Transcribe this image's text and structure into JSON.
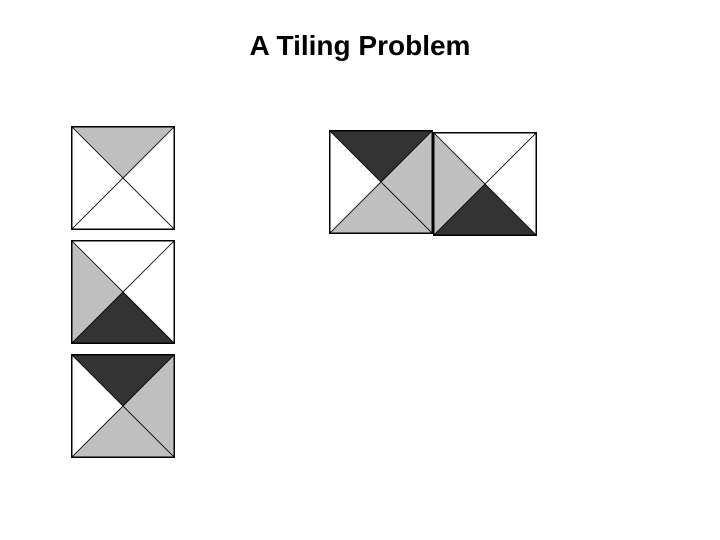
{
  "title": "A Tiling Problem",
  "colors": {
    "white": "#ffffff",
    "light": "#bfbfbf",
    "dark": "#333333",
    "line": "#000000"
  },
  "tile_types": [
    {
      "name": "tile-type-1",
      "top": "light",
      "right": "white",
      "bottom": "white",
      "left": "white"
    },
    {
      "name": "tile-type-2",
      "top": "white",
      "right": "white",
      "bottom": "dark",
      "left": "light"
    },
    {
      "name": "tile-type-3",
      "top": "dark",
      "right": "light",
      "bottom": "light",
      "left": "white"
    }
  ],
  "placed_tiles": [
    {
      "name": "placed-tile-type-3",
      "top": "dark",
      "right": "light",
      "bottom": "light",
      "left": "white"
    },
    {
      "name": "placed-tile-type-2",
      "top": "white",
      "right": "white",
      "bottom": "dark",
      "left": "light"
    }
  ]
}
